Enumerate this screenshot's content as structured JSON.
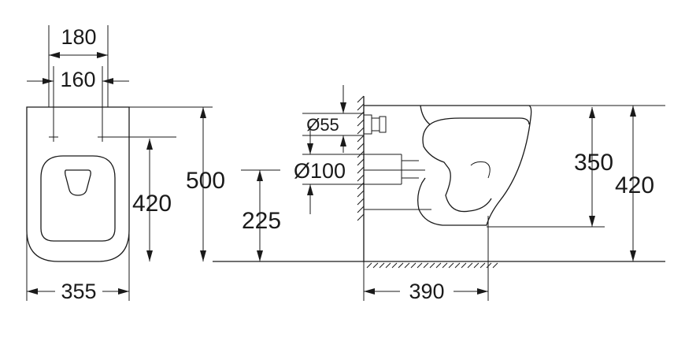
{
  "front_view": {
    "width_top_outer": "180",
    "width_top_inner": "160",
    "height_mount": "420",
    "height_total": "500",
    "width_total": "355"
  },
  "side_view": {
    "pipe_small": "Ø55",
    "pipe_large": "Ø100",
    "outlet_height": "225",
    "rim_height_inner": "350",
    "rim_height_total": "420",
    "projection": "390"
  }
}
